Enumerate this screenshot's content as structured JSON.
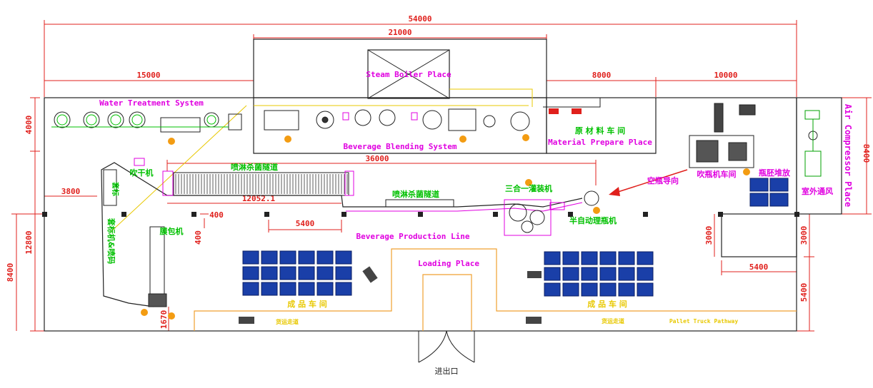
{
  "dimensions": {
    "total_width": "54000",
    "boiler_span": "21000",
    "water_span": "15000",
    "material_span": "8000",
    "blowing_span": "10000",
    "left_top": "4000",
    "left_mid": "12800",
    "left_bottom": "8400",
    "right_top": "8400",
    "right_mid": "3000",
    "right_bottom": "5400",
    "conveyor_3800": "3800",
    "tunnel_36000": "36000",
    "tunnel_12052": "12052.1",
    "span_5400_a": "5400",
    "span_5400_b": "5400",
    "span_400_h": "400",
    "span_400_v": "400",
    "span_1670": "1670",
    "cell_3000_left": "3000",
    "cell_3000_right": "3000"
  },
  "areas": {
    "water_treatment": "Water Treatment System",
    "steam_boiler": "Steam Boiler Place",
    "blending": "Beverage Blending System",
    "material_cn": "原 材 料 车 间",
    "material_en": "Material Prepare Place",
    "air_compressor": "Air Compressor Place",
    "outdoor_vent": "室外通风",
    "blow_workshop": "吹瓶机车间",
    "preform_stack": "瓶胚堆放",
    "empty_bottle": "空瓶导向",
    "triblock": "三合一灌装机",
    "unscrambler": "半自动理瓶机",
    "spray_tunnel_1": "喷淋杀菌隧道",
    "spray_tunnel_2": "喷淋杀菌隧道",
    "dryer": "吹干机",
    "labeler": "套标",
    "shrink_tunnel": "套标机&喷码",
    "film_wrapper": "膜包机",
    "production_line": "Beverage Production Line",
    "loading": "Loading Place",
    "finished_1": "成 品 车 间",
    "finished_2": "成 品 车 间",
    "pathway_cn_1": "货运走道",
    "pathway_cn_2": "货运走道",
    "pallet_pathway": "Pallet Truck Pathway",
    "entrance": "进出口"
  },
  "colors": {
    "dimension": "#e0201c",
    "wall": "#222222",
    "label_magenta": "#e000e0",
    "label_green": "#00c000",
    "pallet_blue": "#1a3fa8",
    "conveyor_orange": "#f0a030",
    "equipment_dark": "#333333"
  }
}
